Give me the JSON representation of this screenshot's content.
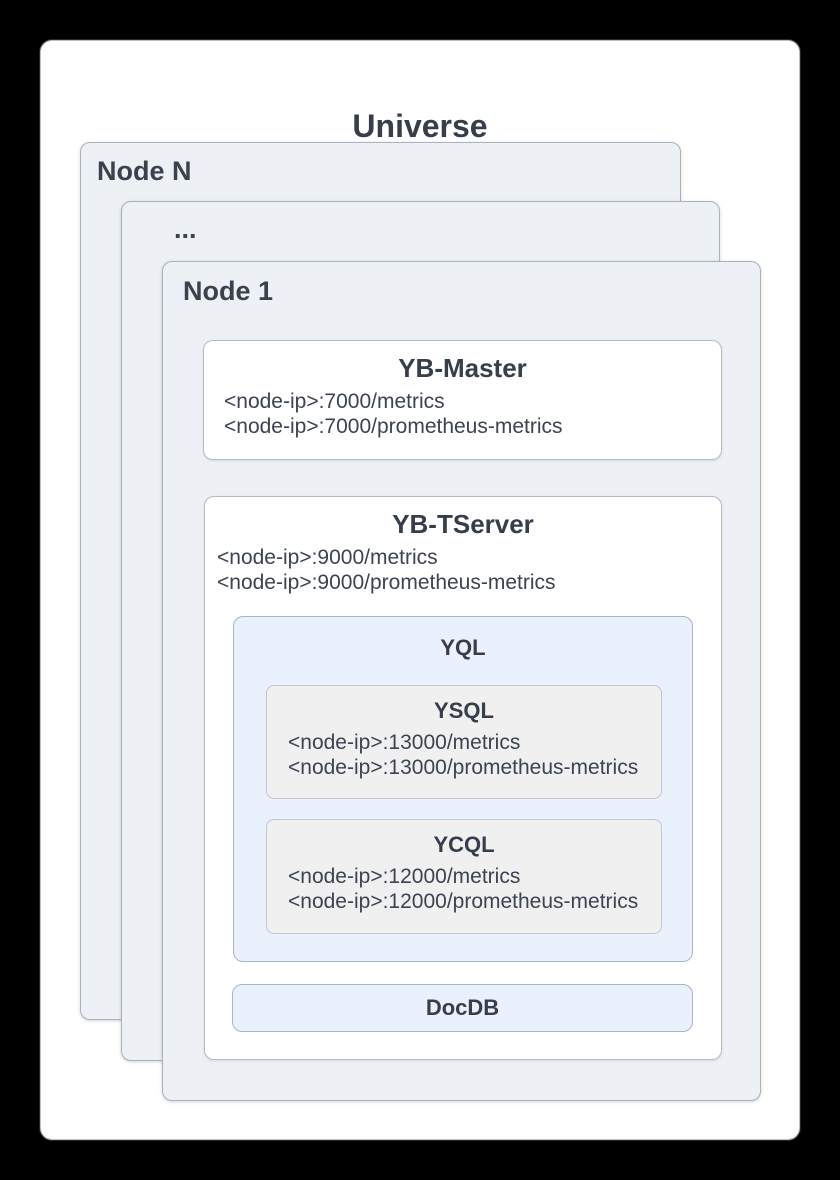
{
  "universe": {
    "title": "Universe",
    "nodes": [
      {
        "label": "Node N"
      },
      {
        "label": "..."
      },
      {
        "label": "Node 1"
      }
    ],
    "yb_master": {
      "title": "YB-Master",
      "lines": [
        "<node-ip>:7000/metrics",
        "<node-ip>:7000/prometheus-metrics"
      ]
    },
    "yb_tserver": {
      "title": "YB-TServer",
      "lines": [
        "<node-ip>:9000/metrics",
        "<node-ip>:9000/prometheus-metrics"
      ],
      "yql": {
        "title": "YQL",
        "ysql": {
          "title": "YSQL",
          "lines": [
            "<node-ip>:13000/metrics",
            "<node-ip>:13000/prometheus-metrics"
          ]
        },
        "ycql": {
          "title": "YCQL",
          "lines": [
            "<node-ip>:12000/metrics",
            "<node-ip>:12000/prometheus-metrics"
          ]
        }
      },
      "docdb": {
        "title": "DocDB"
      }
    },
    "colors": {
      "canvas_bg": "#000000",
      "card_bg": "#ffffff",
      "node_fill": "#edf0f4",
      "node_border": "#a8b3bf",
      "component_fill": "#ffffff",
      "component_border": "#b3bec9",
      "api_fill": "#e9f1fc",
      "api_border": "#a9b6c6",
      "sub_fill": "#f0f0f1",
      "sub_border": "#c3c7cb",
      "text": "#39424e"
    }
  }
}
